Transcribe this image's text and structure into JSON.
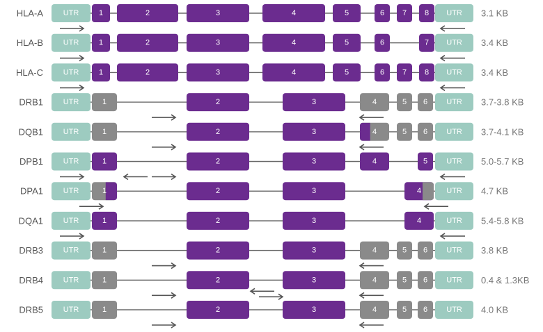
{
  "colors": {
    "utr": "#9DCBC0",
    "exon": "#6B2C8F",
    "grey": "#8A8A8A",
    "line": "#6A6A6A",
    "arrow": "#555555",
    "label": "#555555"
  },
  "utr_label": "UTR",
  "genes": [
    {
      "name": "HLA-A",
      "size": "3.1 KB",
      "exons": [
        {
          "label": "1",
          "type": "exon"
        },
        {
          "label": "2",
          "type": "exon"
        },
        {
          "label": "3",
          "type": "exon"
        },
        {
          "label": "4",
          "type": "exon"
        },
        {
          "label": "5",
          "type": "exon"
        },
        {
          "label": "6",
          "type": "exon"
        },
        {
          "label": "7",
          "type": "exon"
        },
        {
          "label": "8",
          "type": "exon"
        }
      ],
      "arrows": [
        {
          "dir": "right",
          "near": "utr-left"
        },
        {
          "dir": "left",
          "near": "utr-right"
        }
      ]
    },
    {
      "name": "HLA-B",
      "size": "3.4 KB",
      "exons": [
        {
          "label": "1",
          "type": "exon"
        },
        {
          "label": "2",
          "type": "exon"
        },
        {
          "label": "3",
          "type": "exon"
        },
        {
          "label": "4",
          "type": "exon"
        },
        {
          "label": "5",
          "type": "exon"
        },
        {
          "label": "6",
          "type": "exon"
        },
        {
          "label": "7",
          "type": "exon"
        }
      ],
      "arrows": [
        {
          "dir": "right",
          "near": "utr-left"
        },
        {
          "dir": "left",
          "near": "utr-right"
        }
      ]
    },
    {
      "name": "HLA-C",
      "size": "3.4 KB",
      "exons": [
        {
          "label": "1",
          "type": "exon"
        },
        {
          "label": "2",
          "type": "exon"
        },
        {
          "label": "3",
          "type": "exon"
        },
        {
          "label": "4",
          "type": "exon"
        },
        {
          "label": "5",
          "type": "exon"
        },
        {
          "label": "6",
          "type": "exon"
        },
        {
          "label": "7",
          "type": "exon"
        },
        {
          "label": "8",
          "type": "exon"
        }
      ],
      "arrows": [
        {
          "dir": "right",
          "near": "utr-left"
        },
        {
          "dir": "left",
          "near": "utr-right"
        }
      ]
    },
    {
      "name": "DRB1",
      "size": "3.7-3.8 KB",
      "exons": [
        {
          "label": "1",
          "type": "grey"
        },
        {
          "label": "2",
          "type": "exon"
        },
        {
          "label": "3",
          "type": "exon"
        },
        {
          "label": "4",
          "type": "grey"
        },
        {
          "label": "5",
          "type": "grey"
        },
        {
          "label": "6",
          "type": "grey"
        }
      ],
      "arrows": [
        {
          "dir": "right",
          "near": "exon-2"
        },
        {
          "dir": "left",
          "near": "exon-4"
        }
      ]
    },
    {
      "name": "DQB1",
      "size": "3.7-4.1 KB",
      "exons": [
        {
          "label": "1",
          "type": "grey"
        },
        {
          "label": "2",
          "type": "exon"
        },
        {
          "label": "3",
          "type": "exon"
        },
        {
          "label": "4",
          "type": "split-left-purple"
        },
        {
          "label": "5",
          "type": "grey"
        },
        {
          "label": "6",
          "type": "grey"
        }
      ],
      "arrows": [
        {
          "dir": "right",
          "near": "exon-2"
        },
        {
          "dir": "left",
          "near": "exon-4"
        }
      ]
    },
    {
      "name": "DPB1",
      "size": "5.0-5.7 KB",
      "exons": [
        {
          "label": "1",
          "type": "exon"
        },
        {
          "label": "2",
          "type": "exon"
        },
        {
          "label": "3",
          "type": "exon"
        },
        {
          "label": "4",
          "type": "exon"
        },
        {
          "label": "5",
          "type": "exon"
        }
      ],
      "arrows": [
        {
          "dir": "right",
          "near": "utr-left"
        },
        {
          "dir": "left",
          "near": "intron-1"
        },
        {
          "dir": "right",
          "near": "exon-2"
        },
        {
          "dir": "left",
          "near": "utr-right"
        }
      ]
    },
    {
      "name": "DPA1",
      "size": "4.7 KB",
      "exons": [
        {
          "label": "1",
          "type": "split-right-purple"
        },
        {
          "label": "2",
          "type": "exon"
        },
        {
          "label": "3",
          "type": "exon"
        },
        {
          "label": "4",
          "type": "split-right-grey"
        }
      ],
      "arrows": [
        {
          "dir": "right",
          "near": "exon-1"
        },
        {
          "dir": "left",
          "near": "utr-right"
        }
      ]
    },
    {
      "name": "DQA1",
      "size": "5.4-5.8 KB",
      "exons": [
        {
          "label": "1",
          "type": "exon"
        },
        {
          "label": "2",
          "type": "exon"
        },
        {
          "label": "3",
          "type": "exon"
        },
        {
          "label": "4",
          "type": "exon"
        }
      ],
      "arrows": [
        {
          "dir": "right",
          "near": "utr-left"
        },
        {
          "dir": "left",
          "near": "utr-right"
        }
      ]
    },
    {
      "name": "DRB3",
      "size": "3.8 KB",
      "exons": [
        {
          "label": "1",
          "type": "grey"
        },
        {
          "label": "2",
          "type": "exon"
        },
        {
          "label": "3",
          "type": "exon"
        },
        {
          "label": "4",
          "type": "grey"
        },
        {
          "label": "5",
          "type": "grey"
        },
        {
          "label": "6",
          "type": "grey"
        }
      ],
      "arrows": [
        {
          "dir": "right",
          "near": "exon-2"
        },
        {
          "dir": "left",
          "near": "exon-4"
        }
      ]
    },
    {
      "name": "DRB4",
      "size": "0.4 & 1.3KB",
      "exons": [
        {
          "label": "1",
          "type": "grey"
        },
        {
          "label": "2",
          "type": "exon"
        },
        {
          "label": "3",
          "type": "exon"
        },
        {
          "label": "4",
          "type": "grey"
        },
        {
          "label": "5",
          "type": "grey"
        },
        {
          "label": "6",
          "type": "grey"
        }
      ],
      "arrows": [
        {
          "dir": "right",
          "near": "exon-2"
        },
        {
          "dir": "left",
          "near": "intron-3"
        },
        {
          "dir": "right",
          "near": "intron-3"
        },
        {
          "dir": "left",
          "near": "exon-4"
        }
      ]
    },
    {
      "name": "DRB5",
      "size": "4.0 KB",
      "exons": [
        {
          "label": "1",
          "type": "grey"
        },
        {
          "label": "2",
          "type": "exon"
        },
        {
          "label": "3",
          "type": "exon"
        },
        {
          "label": "4",
          "type": "grey"
        },
        {
          "label": "5",
          "type": "grey"
        },
        {
          "label": "6",
          "type": "grey"
        }
      ],
      "arrows": [
        {
          "dir": "right",
          "near": "exon-2"
        },
        {
          "dir": "left",
          "near": "exon-4"
        }
      ]
    }
  ]
}
